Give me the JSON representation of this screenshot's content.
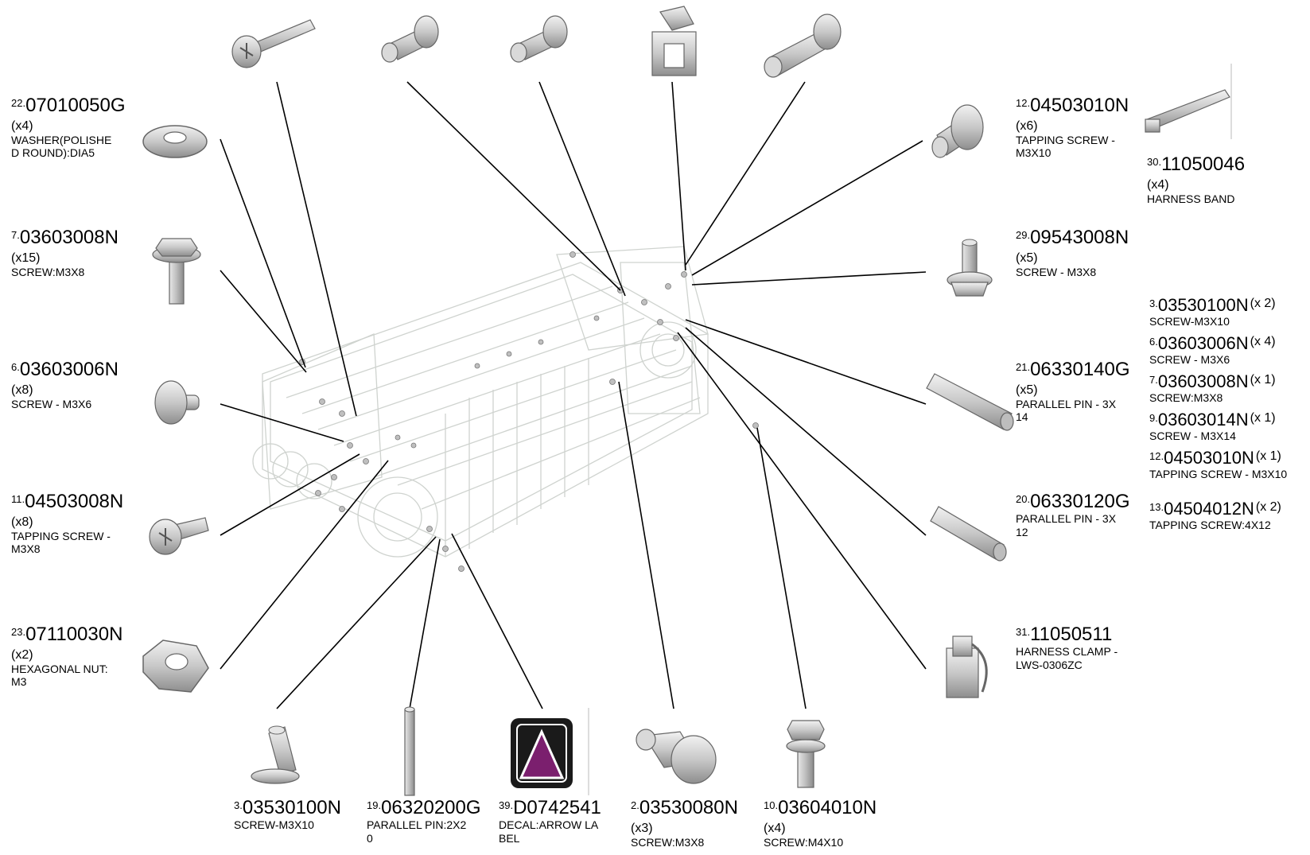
{
  "callouts": [
    {
      "id": "c22",
      "num": "22.",
      "pn": "07010050G",
      "qty": "(x4)",
      "desc": [
        "WASHER(POLISHE",
        "D ROUND):DIA5"
      ]
    },
    {
      "id": "c7",
      "num": "7.",
      "pn": "03603008N",
      "qty": "(x15)",
      "desc": [
        "SCREW:M3X8"
      ]
    },
    {
      "id": "c6",
      "num": "6.",
      "pn": "03603006N",
      "qty": "(x8)",
      "desc": [
        "SCREW - M3X6"
      ]
    },
    {
      "id": "c11",
      "num": "11.",
      "pn": "04503008N",
      "qty": "(x8)",
      "desc": [
        "TAPPING SCREW -",
        "M3X8"
      ]
    },
    {
      "id": "c23",
      "num": "23.",
      "pn": "07110030N",
      "qty": "(x2)",
      "desc": [
        "HEXAGONAL NUT:",
        "M3"
      ]
    },
    {
      "id": "c3b",
      "num": "3.",
      "pn": "03530100N",
      "qty": "",
      "desc": [
        "SCREW-M3X10"
      ]
    },
    {
      "id": "c19",
      "num": "19.",
      "pn": "06320200G",
      "qty": "",
      "desc": [
        "PARALLEL PIN:2X2",
        "0"
      ]
    },
    {
      "id": "c39",
      "num": "39.",
      "pn": "D0742541",
      "qty": "",
      "desc": [
        "DECAL:ARROW LA",
        "BEL"
      ]
    },
    {
      "id": "c2",
      "num": "2.",
      "pn": "03530080N",
      "qty": "(x3)",
      "desc": [
        "SCREW:M3X8"
      ]
    },
    {
      "id": "c10",
      "num": "10.",
      "pn": "03604010N",
      "qty": "(x4)",
      "desc": [
        "SCREW:M4X10"
      ]
    },
    {
      "id": "c12",
      "num": "12.",
      "pn": "04503010N",
      "qty": "(x6)",
      "desc": [
        "TAPPING SCREW -",
        "M3X10"
      ]
    },
    {
      "id": "c30",
      "num": "30.",
      "pn": "11050046",
      "qty": "(x4)",
      "desc": [
        "HARNESS BAND"
      ]
    },
    {
      "id": "c29",
      "num": "29.",
      "pn": "09543008N",
      "qty": "(x5)",
      "desc": [
        "SCREW - M3X8"
      ]
    },
    {
      "id": "c21",
      "num": "21.",
      "pn": "06330140G",
      "qty": "(x5)",
      "desc": [
        "PARALLEL PIN - 3X",
        "14"
      ]
    },
    {
      "id": "c20",
      "num": "20.",
      "pn": "06330120G",
      "qty": "",
      "desc": [
        "PARALLEL PIN - 3X",
        "12"
      ]
    },
    {
      "id": "c31",
      "num": "31.",
      "pn": "11050511",
      "qty": "",
      "desc": [
        "HARNESS CLAMP -",
        "LWS-0306ZC"
      ]
    }
  ],
  "summary": [
    {
      "num": "3.",
      "pn": "03530100N",
      "qty": "(x 2)",
      "desc": "SCREW-M3X10"
    },
    {
      "num": "6.",
      "pn": "03603006N",
      "qty": "(x 4)",
      "desc": "SCREW - M3X6"
    },
    {
      "num": "7.",
      "pn": "03603008N",
      "qty": "(x 1)",
      "desc": "SCREW:M3X8"
    },
    {
      "num": "9.",
      "pn": "03603014N",
      "qty": "(x 1)",
      "desc": "SCREW - M3X14"
    },
    {
      "num": "12.",
      "pn": "04503010N",
      "qty": "(x 1)",
      "desc": "TAPPING SCREW - M3X10"
    }
  ],
  "summary2": [
    {
      "num": "13.",
      "pn": "04504012N",
      "qty": "(x 2)",
      "desc": "TAPPING SCREW:4X12"
    }
  ]
}
